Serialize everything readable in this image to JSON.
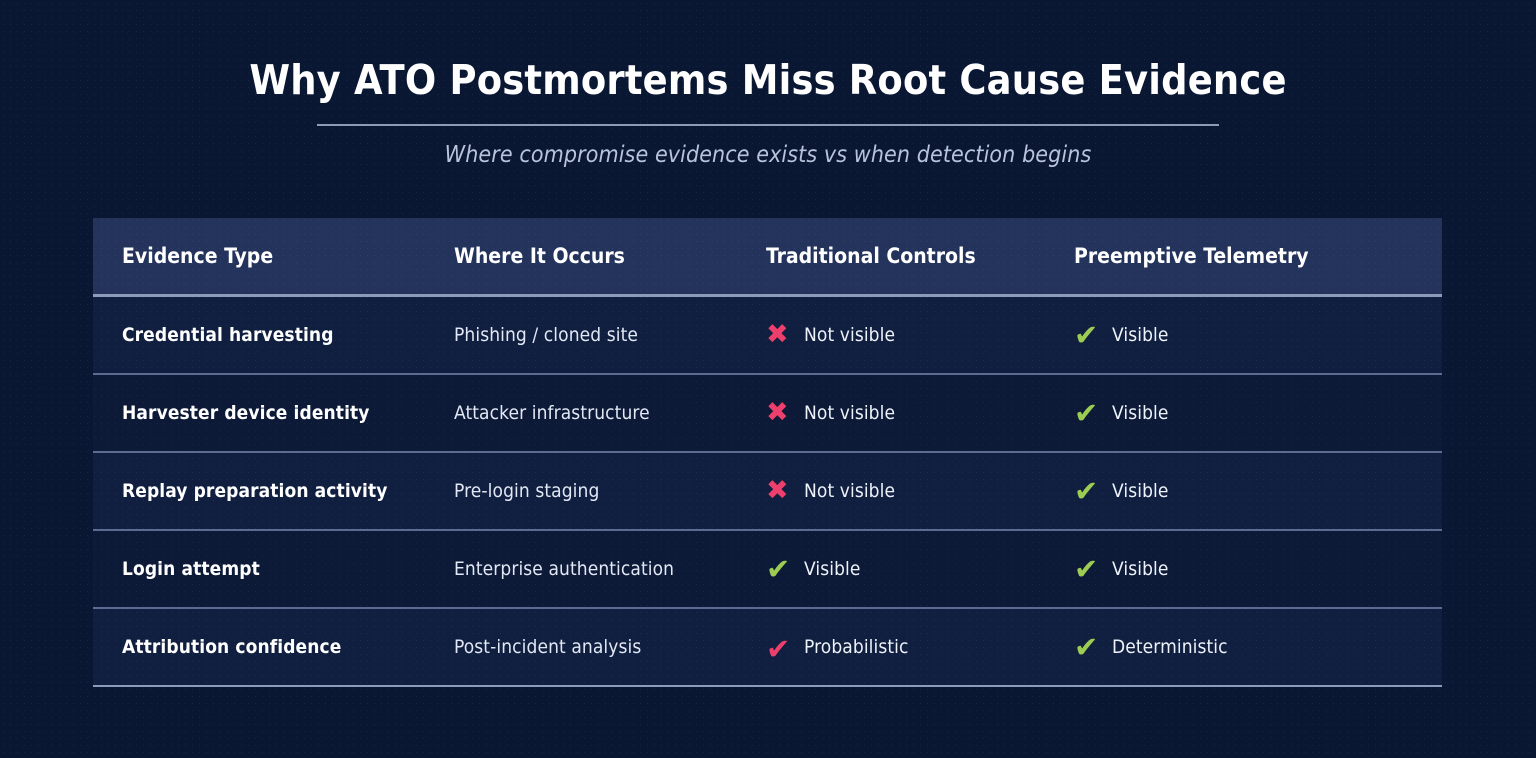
{
  "header": {
    "title": "Why ATO Postmortems Miss Root Cause Evidence",
    "subtitle": "Where compromise evidence exists vs when detection begins"
  },
  "colors": {
    "page_background": "#0a1733",
    "header_row_background": "#23335c",
    "row_odd_background": "#101f40",
    "row_even_background": "#0c1937",
    "negative": "#ec3f6b",
    "positive": "#9ccc52",
    "title_text": "#ffffff",
    "subtitle_text": "#b9c4dc",
    "divider": "#8d9bbb"
  },
  "table": {
    "columns": [
      {
        "key": "evidence_type",
        "label": "Evidence Type"
      },
      {
        "key": "where_it_occurs",
        "label": "Where It Occurs"
      },
      {
        "key": "traditional_controls",
        "label": "Traditional Controls"
      },
      {
        "key": "preemptive_telemetry",
        "label": "Preemptive Telemetry"
      }
    ],
    "rows": [
      {
        "evidence_type": "Credential harvesting",
        "where_it_occurs": "Phishing / cloned site",
        "traditional_controls": {
          "icon": "cross-mark-icon",
          "glyph": "✖",
          "state": "negative",
          "label": "Not visible"
        },
        "preemptive_telemetry": {
          "icon": "check-mark-icon",
          "glyph": "✔",
          "state": "positive",
          "label": "Visible"
        }
      },
      {
        "evidence_type": "Harvester device identity",
        "where_it_occurs": "Attacker infrastructure",
        "traditional_controls": {
          "icon": "cross-mark-icon",
          "glyph": "✖",
          "state": "negative",
          "label": "Not visible"
        },
        "preemptive_telemetry": {
          "icon": "check-mark-icon",
          "glyph": "✔",
          "state": "positive",
          "label": "Visible"
        }
      },
      {
        "evidence_type": "Replay preparation activity",
        "where_it_occurs": "Pre-login staging",
        "traditional_controls": {
          "icon": "cross-mark-icon",
          "glyph": "✖",
          "state": "negative",
          "label": "Not visible"
        },
        "preemptive_telemetry": {
          "icon": "check-mark-icon",
          "glyph": "✔",
          "state": "positive",
          "label": "Visible"
        }
      },
      {
        "evidence_type": "Login attempt",
        "where_it_occurs": "Enterprise authentication",
        "traditional_controls": {
          "icon": "check-mark-icon",
          "glyph": "✔",
          "state": "positive",
          "label": "Visible"
        },
        "preemptive_telemetry": {
          "icon": "check-mark-icon",
          "glyph": "✔",
          "state": "positive",
          "label": "Visible"
        }
      },
      {
        "evidence_type": "Attribution confidence",
        "where_it_occurs": "Post-incident analysis",
        "traditional_controls": {
          "icon": "check-mark-clipped-icon",
          "glyph": "✔",
          "state": "negative",
          "label": "Probabilistic"
        },
        "preemptive_telemetry": {
          "icon": "check-mark-icon",
          "glyph": "✔",
          "state": "positive",
          "label": "Deterministic"
        }
      }
    ]
  }
}
